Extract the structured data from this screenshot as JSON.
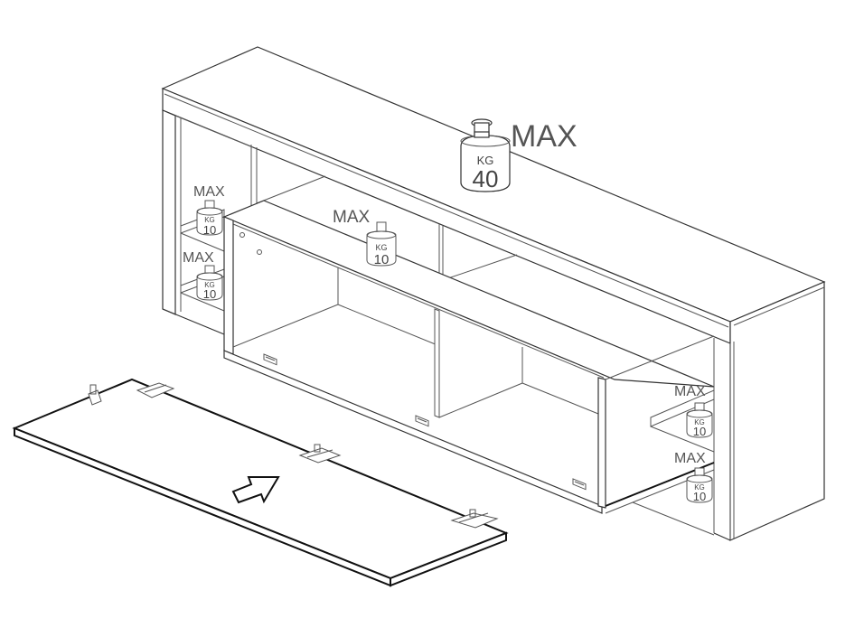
{
  "diagram": {
    "title": "TV stand assembly – attach front flap door, shelf load limits",
    "type": "isometric assembly drawing",
    "components": [
      {
        "id": "cabinet",
        "label": "Main cabinet body with open compartments"
      },
      {
        "id": "flap-door",
        "label": "Front flap door panel with 3 hinges"
      },
      {
        "id": "direction-arrow",
        "label": "Arrow indicating door moves toward cabinet"
      }
    ],
    "load_limits": {
      "top": {
        "max_label": "MAX",
        "unit": "KG",
        "value": "40"
      },
      "center_shelf": {
        "max_label": "MAX",
        "unit": "KG",
        "value": "10"
      },
      "left_upper_shelf": {
        "max_label": "MAX",
        "unit": "KG",
        "value": "10"
      },
      "left_lower_shelf": {
        "max_label": "MAX",
        "unit": "KG",
        "value": "10"
      },
      "right_upper_shelf": {
        "max_label": "MAX",
        "unit": "KG",
        "value": "10"
      },
      "right_lower_shelf": {
        "max_label": "MAX",
        "unit": "KG",
        "value": "10"
      }
    },
    "hinge_count_on_door": 3,
    "hinge_plates_in_cabinet": 3,
    "colors": {
      "line": "#333333",
      "background": "#ffffff",
      "bold_line": "#111111"
    }
  }
}
